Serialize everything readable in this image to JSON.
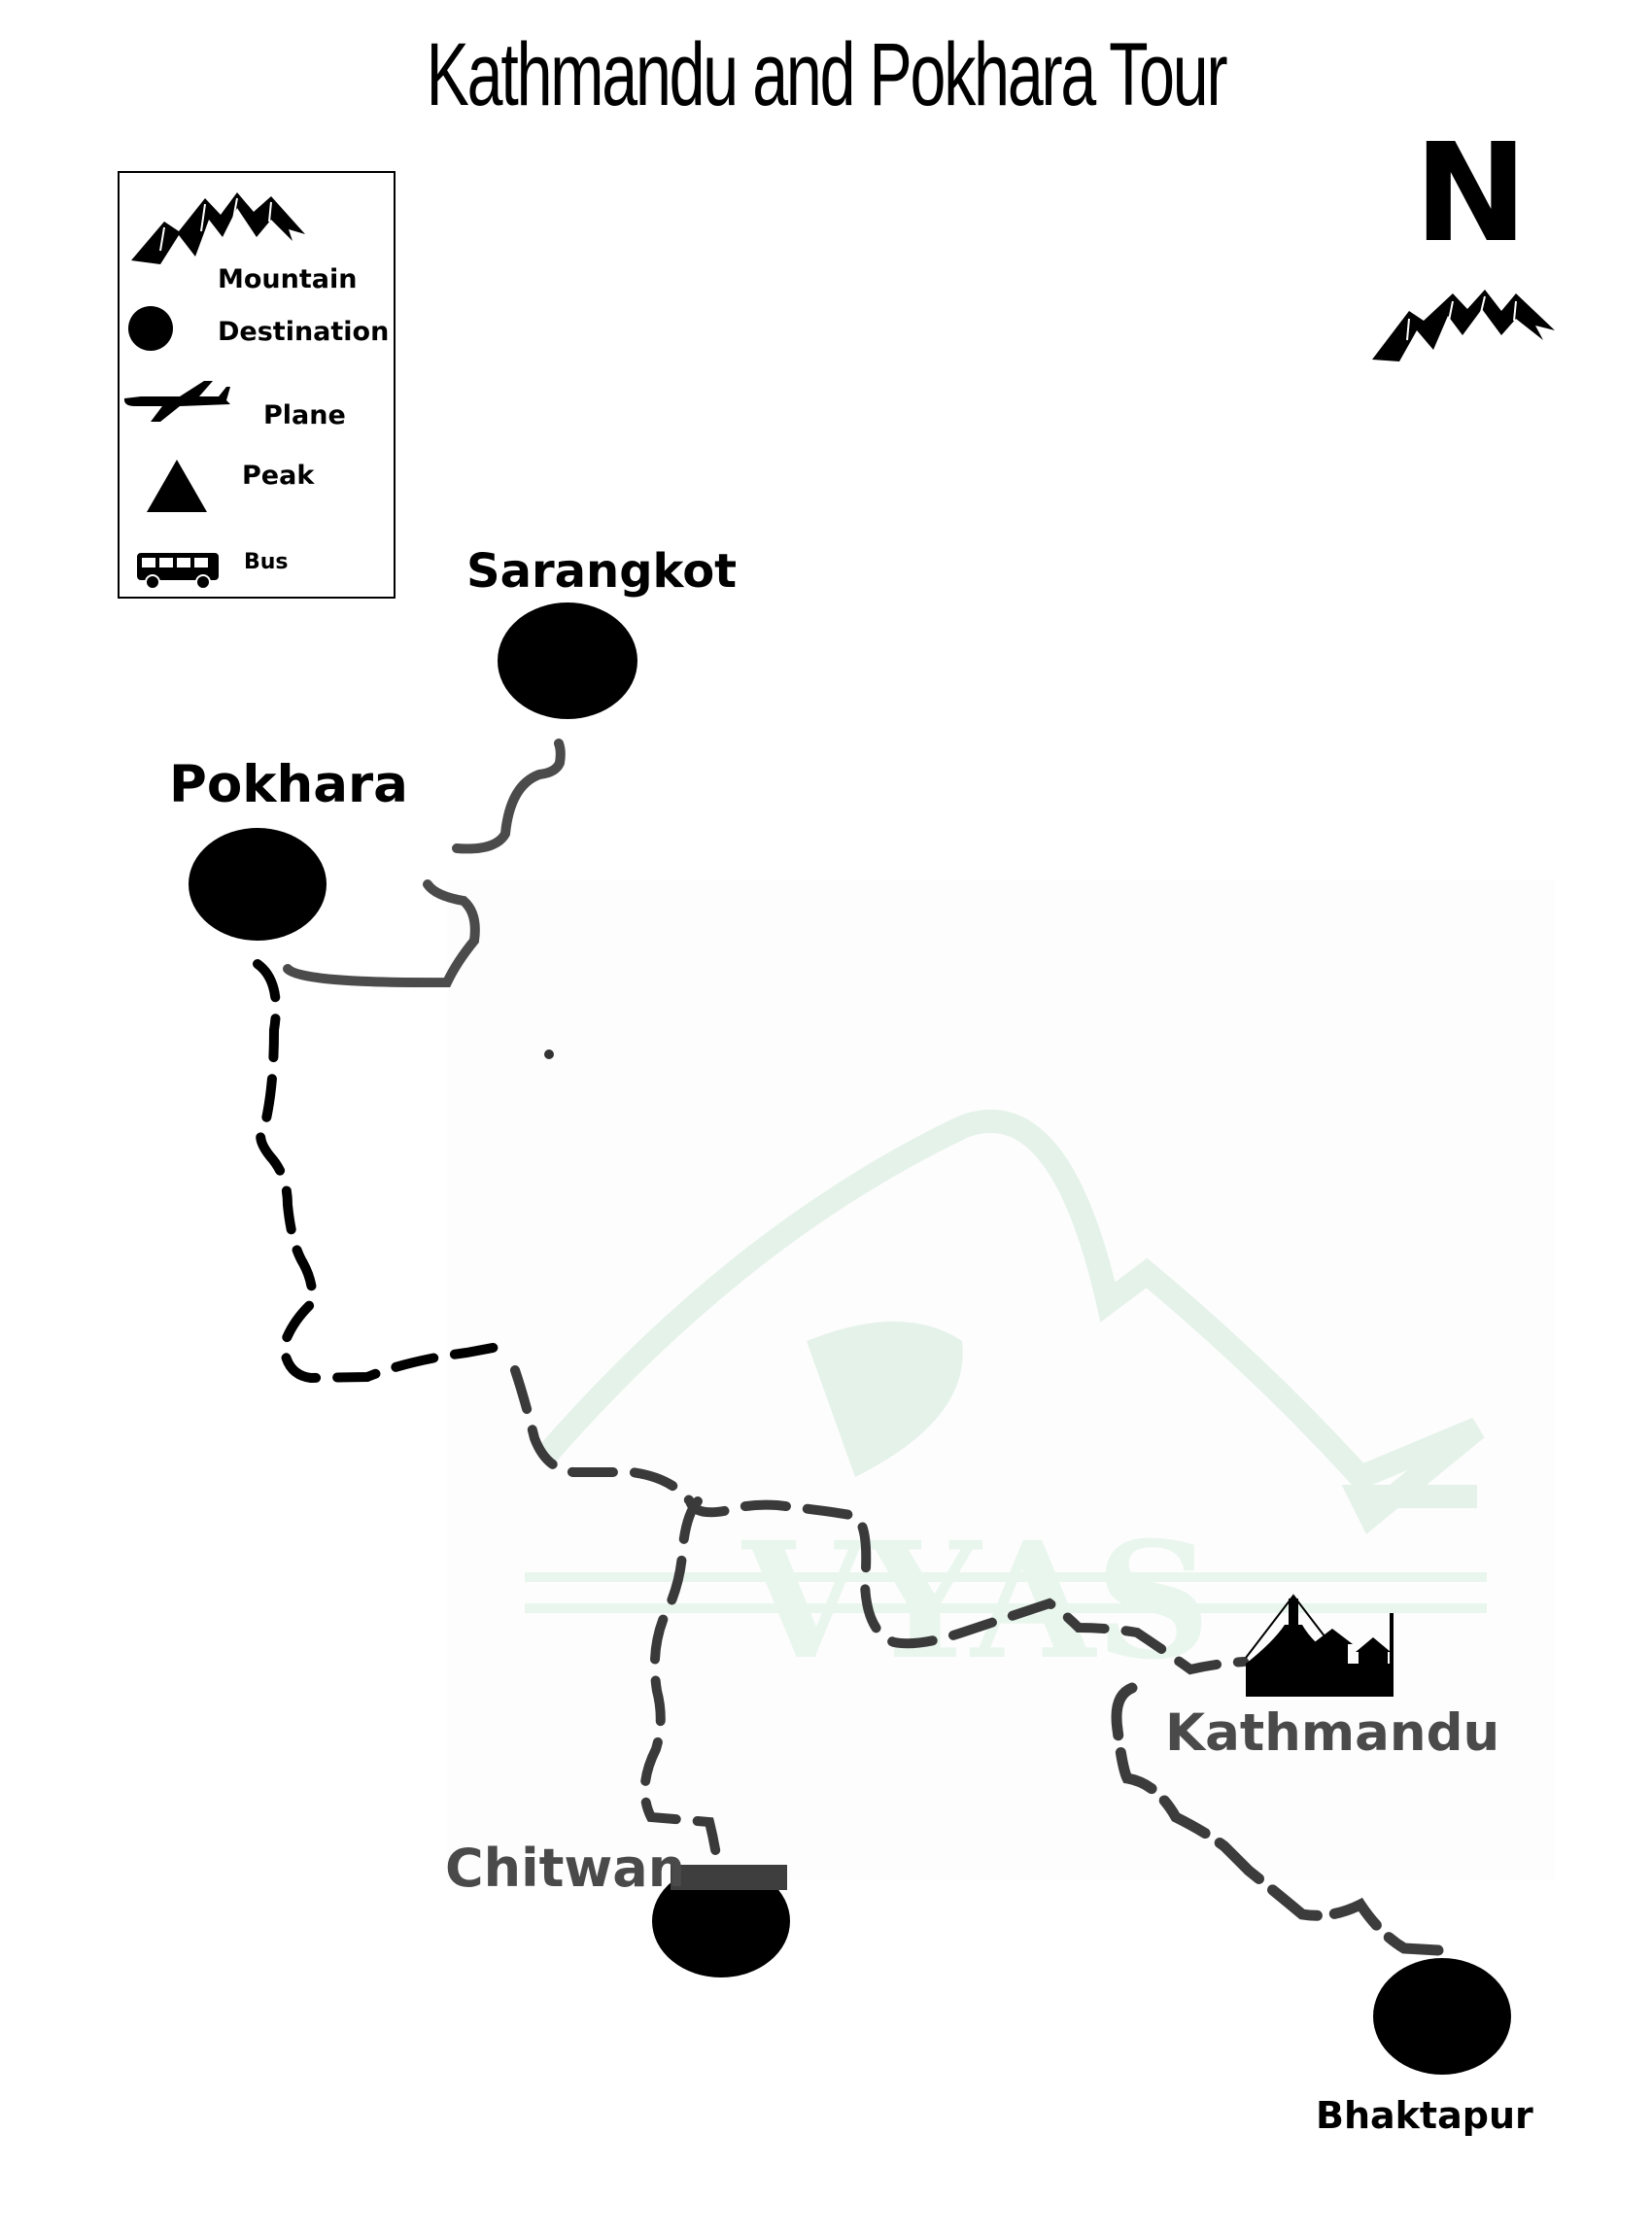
{
  "title": "Kathmandu and Pokhara Tour",
  "compass": {
    "label": "N"
  },
  "legend": {
    "items": [
      {
        "icon": "mountain-icon",
        "label": "Mountain"
      },
      {
        "icon": "dot-icon",
        "label": "Destination"
      },
      {
        "icon": "plane-icon",
        "label": "Plane"
      },
      {
        "icon": "triangle-icon",
        "label": "Peak"
      },
      {
        "icon": "bus-icon",
        "label": "Bus"
      }
    ]
  },
  "places": {
    "sarangkot": "Sarangkot",
    "pokhara": "Pokhara",
    "kathmandu": "Kathmandu",
    "chitwan": "Chitwan",
    "bhaktapur": "Bhaktapur"
  },
  "watermark": {
    "text": "VYAS",
    "color": "#cfe9d8"
  },
  "colors": {
    "route": "#000000",
    "route_grey": "#3a3a3a",
    "destination": "#000000",
    "place_grey": "#4a4a4a"
  }
}
